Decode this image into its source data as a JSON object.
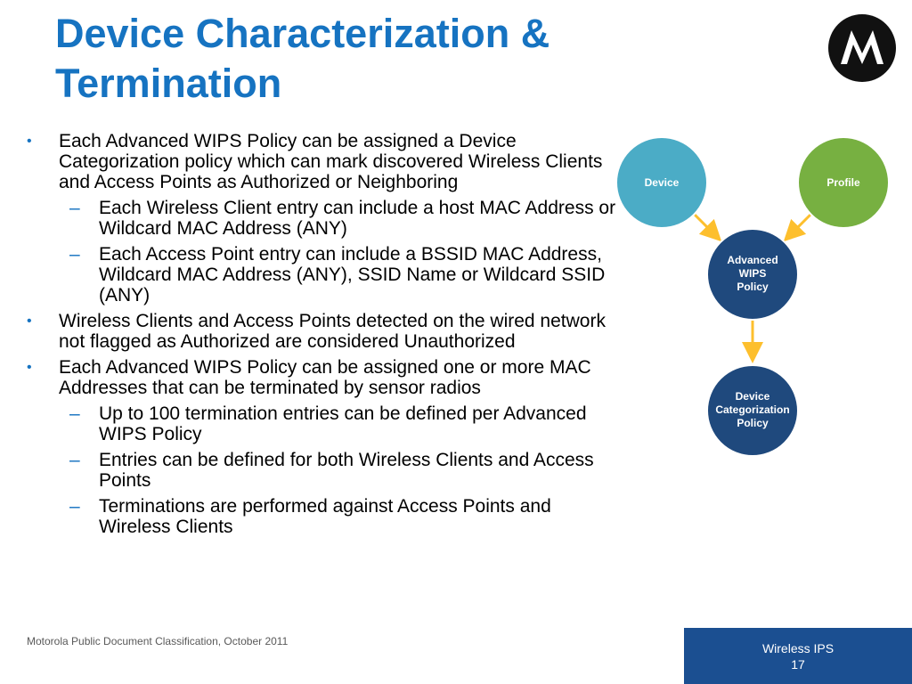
{
  "title_line1": "Device Characterization &",
  "title_line2": "Termination",
  "bullets": [
    {
      "text": "Each Advanced WIPS Policy can be assigned a Device Categorization policy which can mark discovered Wireless Clients and Access Points as Authorized or Neighboring"
    },
    {
      "text": "Each Wireless Client entry can include a host MAC Address or Wildcard MAC Address (ANY)"
    },
    {
      "text": "Each Access Point entry can include a BSSID MAC Address, Wildcard MAC Address (ANY), SSID Name or Wildcard SSID (ANY)"
    },
    {
      "text": "Wireless Clients and Access Points detected on the wired network not flagged as Authorized are considered Unauthorized"
    },
    {
      "text": "Each Advanced WIPS Policy can be assigned one or more MAC Addresses that can be terminated by sensor radios"
    },
    {
      "text": "Up to 100 termination entries can be defined per Advanced WIPS Policy"
    },
    {
      "text": "Entries can be defined for both Wireless Clients and Access Points"
    },
    {
      "text": "Terminations are performed against Access Points and Wireless Clients"
    }
  ],
  "markers": {
    "bullet": "•",
    "sub": "–"
  },
  "diagram": {
    "device": "Device",
    "profile": "Profile",
    "wips_line1": "Advanced",
    "wips_line2": "WIPS",
    "wips_line3": "Policy",
    "cat_line1": "Device",
    "cat_line2": "Categorization",
    "cat_line3": "Policy"
  },
  "colors": {
    "title": "#1673c1",
    "device_circle": "#4bacc6",
    "profile_circle": "#77b041",
    "policy_circle": "#1f497d",
    "arrow": "#fdbf2d",
    "footer_box": "#1b4f91"
  },
  "footer": {
    "classification": "Motorola Public Document Classification, October 2011",
    "section": "Wireless IPS",
    "page": "17"
  }
}
